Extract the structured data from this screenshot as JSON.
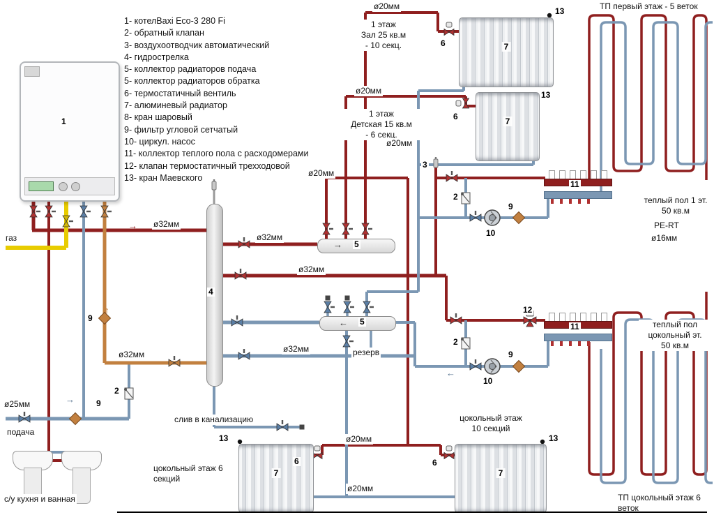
{
  "colors": {
    "supply": "#8f1f1f",
    "return": "#7b97b3",
    "gas": "#e8cc00",
    "copper": "#c2803f"
  },
  "legend": {
    "items": [
      "1- котелBaxi Eco-3 280 Fi",
      "2- обратный клапан",
      "3- воздухоотводчик автоматический",
      "4- гидрострелка",
      "5- коллектор радиаторов подача",
      "5- коллектор радиаторов обратка",
      "6- термостатичный вентиль",
      "7- алюминевый радиатор",
      "8- кран шаровый",
      "9- фильтр угловой сетчатый",
      "10- циркул. насос",
      "11- коллектор теплого пола с расходомерами",
      "12- клапан термостатичный трехходовой",
      "13- кран Маевского"
    ]
  },
  "pipes": {
    "d32": "ø32мм",
    "d25": "ø25мм",
    "d20": "ø20мм",
    "d16": "ø16мм",
    "pert": "PE-RT"
  },
  "areas": {
    "hall": "1 этаж\nЗал 25 кв.м\n- 10 секц.",
    "kids": "1 этаж\nДетская 15 кв.м\n- 6 секц.",
    "tp_first": "ТП первый этаж - 5 веток",
    "tp_basement": "ТП цокольный этаж 6 веток",
    "warm_first": "теплый пол 1 эт.\n50 кв.м",
    "warm_basement": "теплый пол\nцокольный эт.\n50 кв.м",
    "basement6": "цокольный этаж 6\nсекций",
    "basement10": "цокольный этаж\n10 секций"
  },
  "labels": {
    "gas": "газ",
    "podacha": "подача",
    "su": "с/у кухня и  ванная",
    "sliv": "слив в канализацию",
    "rezerv": "резерв"
  },
  "numbers": {
    "n1": "1",
    "n2": "2",
    "n3": "3",
    "n4": "4",
    "n5": "5",
    "n6": "6",
    "n7": "7",
    "n9": "9",
    "n10": "10",
    "n11": "11",
    "n12": "12",
    "n13": "13"
  },
  "arrows": {
    "right": "→",
    "left": "←",
    "up": "↑"
  }
}
